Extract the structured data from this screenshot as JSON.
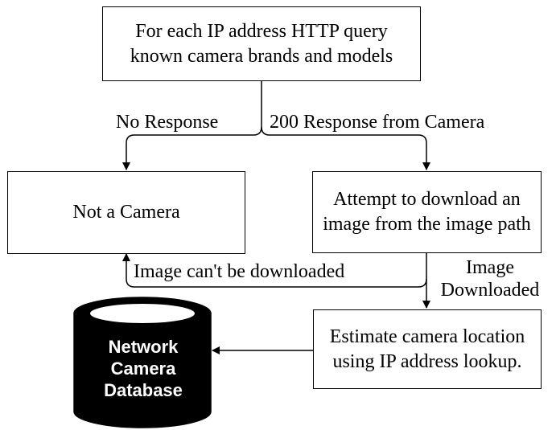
{
  "nodes": {
    "query": "For each IP address HTTP query known camera brands and models",
    "not_camera": "Not a Camera",
    "attempt_download": "Attempt to download an image from the image path",
    "estimate_location": "Estimate camera location using IP address lookup."
  },
  "edges": {
    "no_response": "No Response",
    "response_200": "200 Response from Camera",
    "cant_download": "Image can't be downloaded",
    "downloaded_line1": "Image",
    "downloaded_line2": "Downloaded"
  },
  "database": {
    "line1": "Network",
    "line2": "Camera",
    "line3": "Database"
  },
  "colors": {
    "stroke": "#000000",
    "database_fill": "#000000",
    "database_text": "#ffffff"
  }
}
